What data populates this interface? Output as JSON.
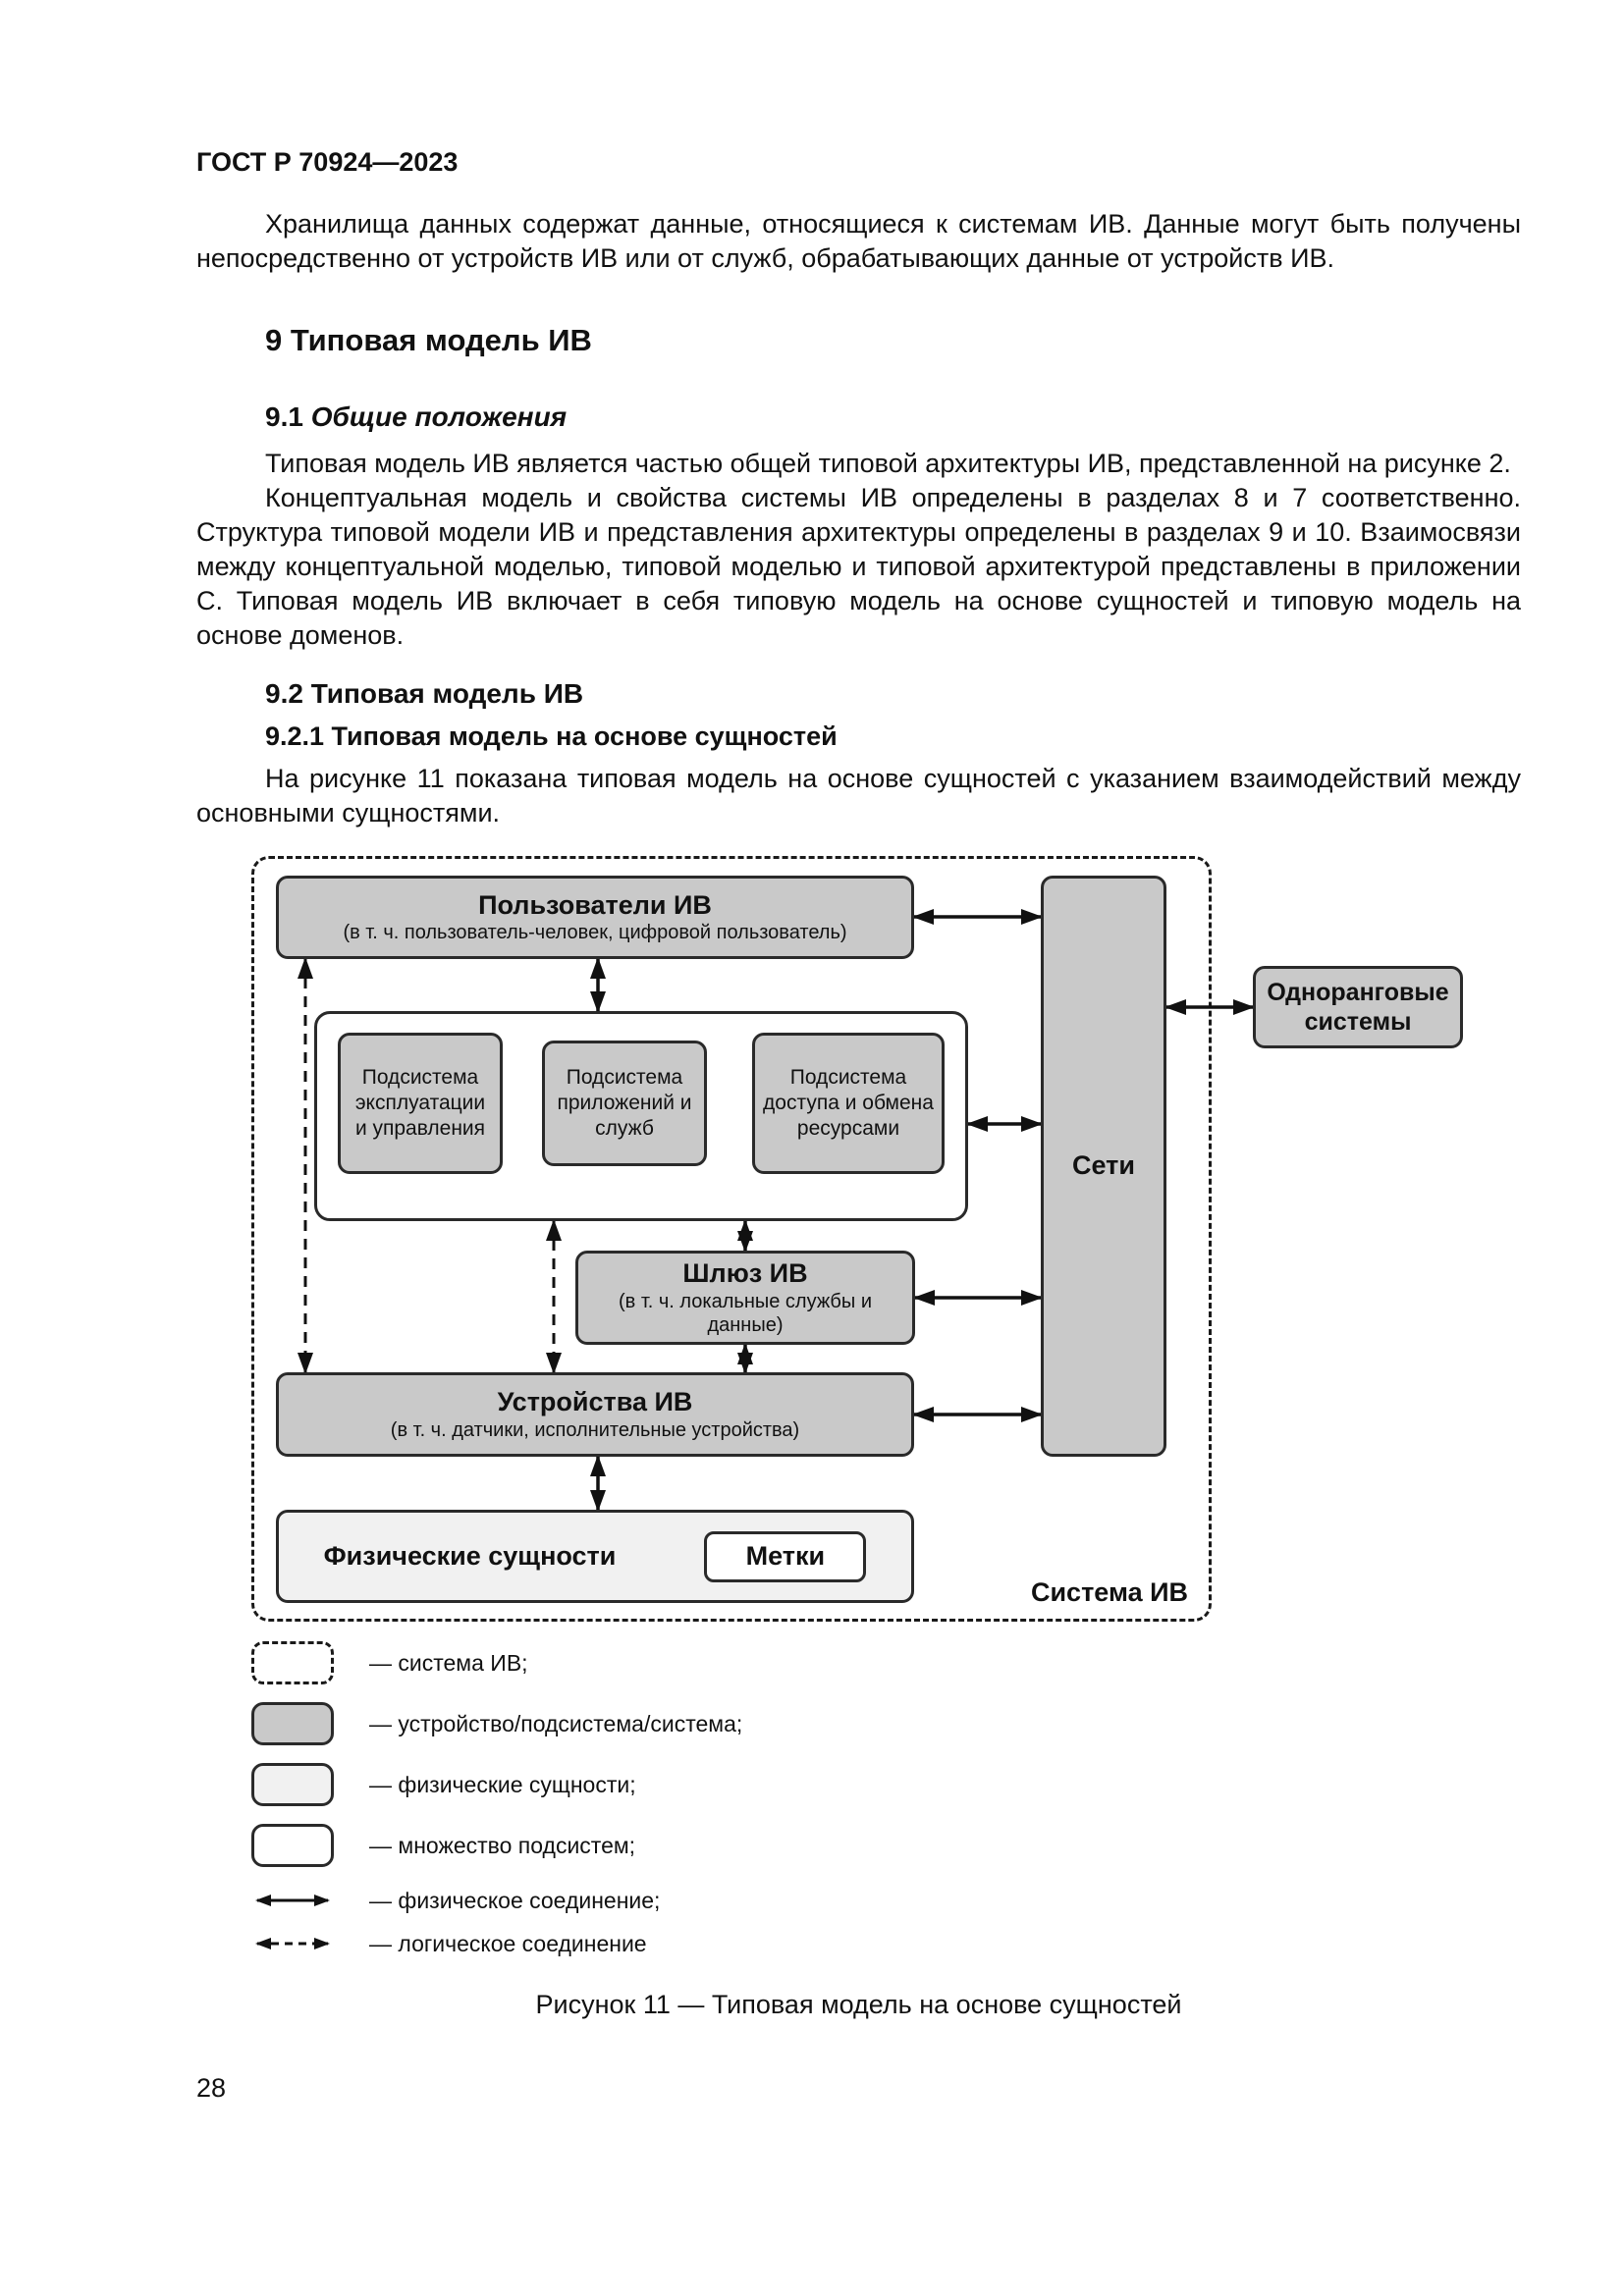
{
  "colors": {
    "box_gray": "#c9c9c9",
    "box_light": "#f1f1f1",
    "line": "#111111"
  },
  "header": {
    "doc_number": "ГОСТ Р 70924—2023"
  },
  "body_text": {
    "intro": "Хранилища данных содержат данные, относящиеся к системам ИВ. Данные могут быть получены непосредственно от устройств ИВ или от служб, обрабатывающих данные от устройств ИВ.",
    "section9_title": "9 Типовая модель ИВ",
    "s91_number": "9.1",
    "s91_title": "Общие положения",
    "s91_p1": "Типовая модель ИВ является частью общей типовой архитектуры ИВ, представленной на рисунке 2.",
    "s91_p2": "Концептуальная модель и свойства системы ИВ определены в разделах 8 и 7 соответственно. Структура типовой модели ИВ и представления архитектуры определены в разделах 9 и 10. Взаимосвязи между концептуальной моделью, типовой моделью и типовой архитектурой представлены в приложении С. Типовая модель ИВ включает в себя типовую модель на основе сущностей и типовую модель на основе доменов.",
    "s92_title": "9.2 Типовая модель ИВ",
    "s921_title": "9.2.1 Типовая модель на основе сущностей",
    "s921_p1": "На рисунке 11 показана типовая модель на основе сущностей с указанием взаимодействий между основными сущностями."
  },
  "diagram": {
    "users_box": {
      "title": "Пользователи ИВ",
      "subtitle": "(в т. ч. пользователь-человек, цифровой пользователь)"
    },
    "subsystems": [
      {
        "label": "Подсистема эксплуатации и управления"
      },
      {
        "label": "Подсистема приложений и служб"
      },
      {
        "label": "Подсистема доступа и обмена ресурсами"
      }
    ],
    "gateway_box": {
      "title": "Шлюз ИВ",
      "subtitle": "(в т. ч. локальные службы и данные)"
    },
    "devices_box": {
      "title": "Устройства ИВ",
      "subtitle": "(в т. ч. датчики, исполнительные устройства)"
    },
    "physical_box": {
      "title": "Физические сущности",
      "tag_label": "Метки"
    },
    "networks_label": "Сети",
    "system_label": "Система ИВ",
    "peer_label": "Одноранговые системы"
  },
  "legend": {
    "items": [
      {
        "label": "— система ИВ;"
      },
      {
        "label": "— устройство/подсистема/система;"
      },
      {
        "label": "— физические сущности;"
      },
      {
        "label": "— множество подсистем;"
      },
      {
        "label": "— физическое соединение;"
      },
      {
        "label": "— логическое соединение"
      }
    ]
  },
  "caption": "Рисунок 11 — Типовая модель на основе сущностей",
  "footer": {
    "page_number": "28"
  }
}
